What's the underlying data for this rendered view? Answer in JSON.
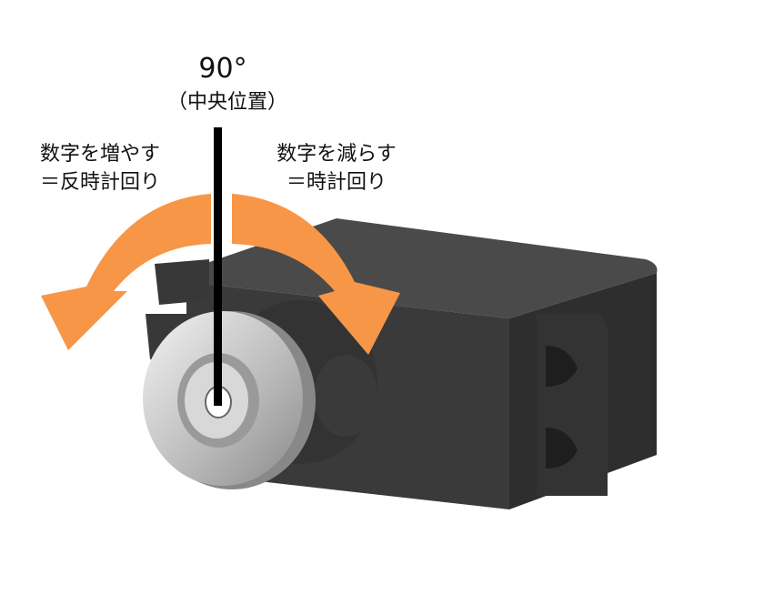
{
  "title": {
    "angle": "90°",
    "subtitle": "（中央位置）"
  },
  "left_label": {
    "line1": "数字を増やす",
    "line2": "＝反時計回り"
  },
  "right_label": {
    "line1": "数字を減らす",
    "line2": "＝時計回り"
  },
  "colors": {
    "arrow": "#f79646",
    "body": "#3c3c3c",
    "indicator": "#000000",
    "horn": "#c8c8c8"
  }
}
